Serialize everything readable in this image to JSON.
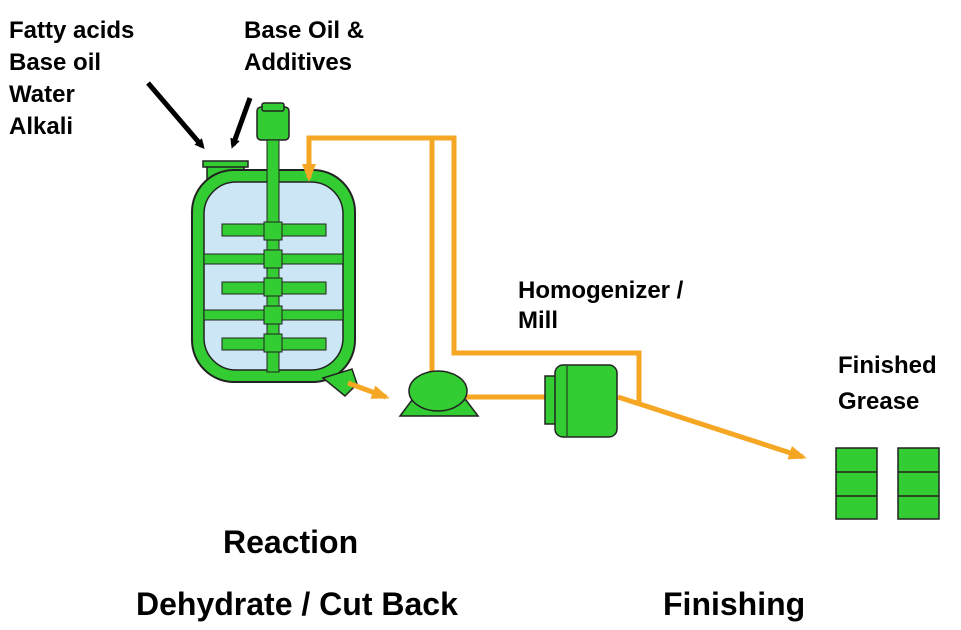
{
  "inputs_left": [
    "Fatty acids",
    "Base oil",
    "Water",
    "Alkali"
  ],
  "inputs_right": [
    "Base Oil &",
    "Additives"
  ],
  "homogenizer": [
    "Homogenizer /",
    "Mill"
  ],
  "product": [
    "Finished",
    "Grease"
  ],
  "stages": {
    "reaction": "Reaction",
    "dehydrate": "Dehydrate / Cut Back",
    "finishing": "Finishing"
  },
  "colors": {
    "equipment": "#33cc33",
    "equipment_outline": "#222222",
    "vessel_fill": "#cce6f5",
    "process_line": "#f5a623",
    "feed_arrow": "#000000"
  }
}
